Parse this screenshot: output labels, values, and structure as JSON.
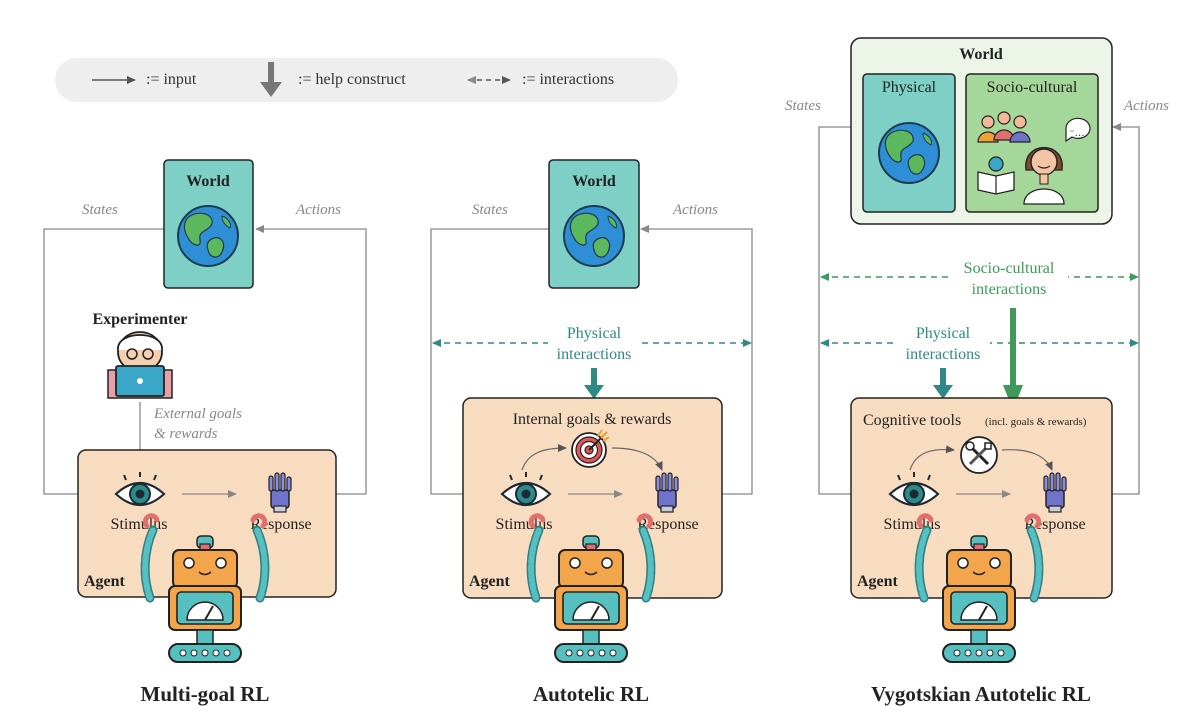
{
  "legend": {
    "input": ":= input",
    "help": ":= help construct",
    "interactions": ":= interactions"
  },
  "panels": [
    {
      "title": "Multi-goal RL",
      "world": "World",
      "states": "States",
      "actions": "Actions",
      "experimenter": "Experimenter",
      "external_goals_1": "External goals",
      "external_goals_2": "& rewards",
      "stimulus": "Stimulus",
      "response": "Response",
      "agent": "Agent"
    },
    {
      "title": "Autotelic RL",
      "world": "World",
      "states": "States",
      "actions": "Actions",
      "physical_1": "Physical",
      "physical_2": "interactions",
      "internal": "Internal goals & rewards",
      "stimulus": "Stimulus",
      "response": "Response",
      "agent": "Agent"
    },
    {
      "title": "Vygotskian Autotelic RL",
      "world": "World",
      "physical_box": "Physical",
      "socio_box": "Socio-cultural",
      "states": "States",
      "actions": "Actions",
      "socio_1": "Socio-cultural",
      "socio_2": "interactions",
      "physical_1": "Physical",
      "physical_2": "interactions",
      "cognitive": "Cognitive tools",
      "cognitive_note": "(incl. goals & rewards)",
      "stimulus": "Stimulus",
      "response": "Response",
      "agent": "Agent"
    }
  ],
  "colors": {
    "agent_fill": "#f8dcbf",
    "world_fill": "#7ecfc6",
    "teal": "#2f8a86",
    "green": "#3d9a5a",
    "gray": "#888888",
    "legend_bg": "#eeeeee"
  }
}
